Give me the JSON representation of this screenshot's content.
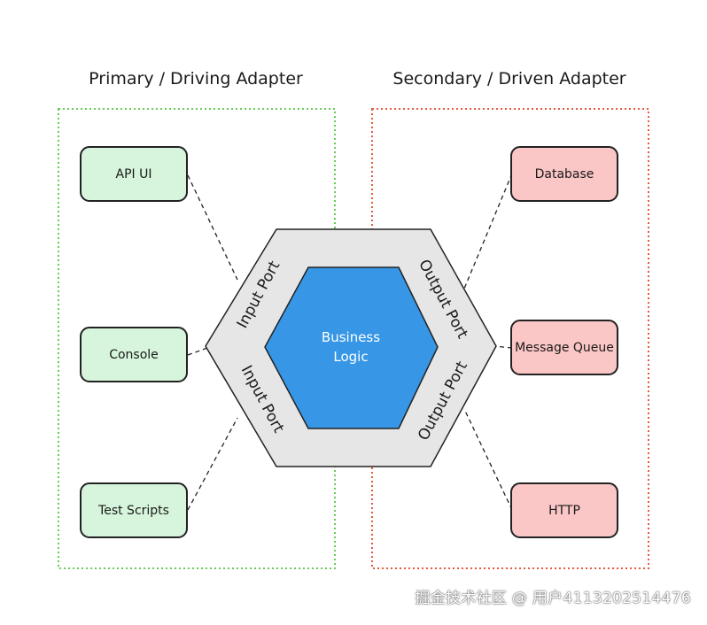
{
  "groups": {
    "primary": {
      "title": "Primary / Driving Adapter",
      "border_color": "#66cc55",
      "items": [
        "API UI",
        "Console",
        "Test Scripts"
      ],
      "item_fill": "#d6f5dc"
    },
    "secondary": {
      "title": "Secondary / Driven Adapter",
      "border_color": "#e65a3c",
      "items": [
        "Database",
        "Message Queue",
        "HTTP"
      ],
      "item_fill": "#fbc6c6"
    }
  },
  "hexagon": {
    "outer_fill": "#e6e6e6",
    "core_fill": "#3797e6",
    "core_label_line1": "Business",
    "core_label_line2": "Logic",
    "ports": {
      "input_top": "Input Port",
      "input_bottom": "Input Port",
      "output_top": "Output Port",
      "output_bottom": "Output Port"
    }
  },
  "watermark": "掘金技术社区 @ 用户4113202514476"
}
